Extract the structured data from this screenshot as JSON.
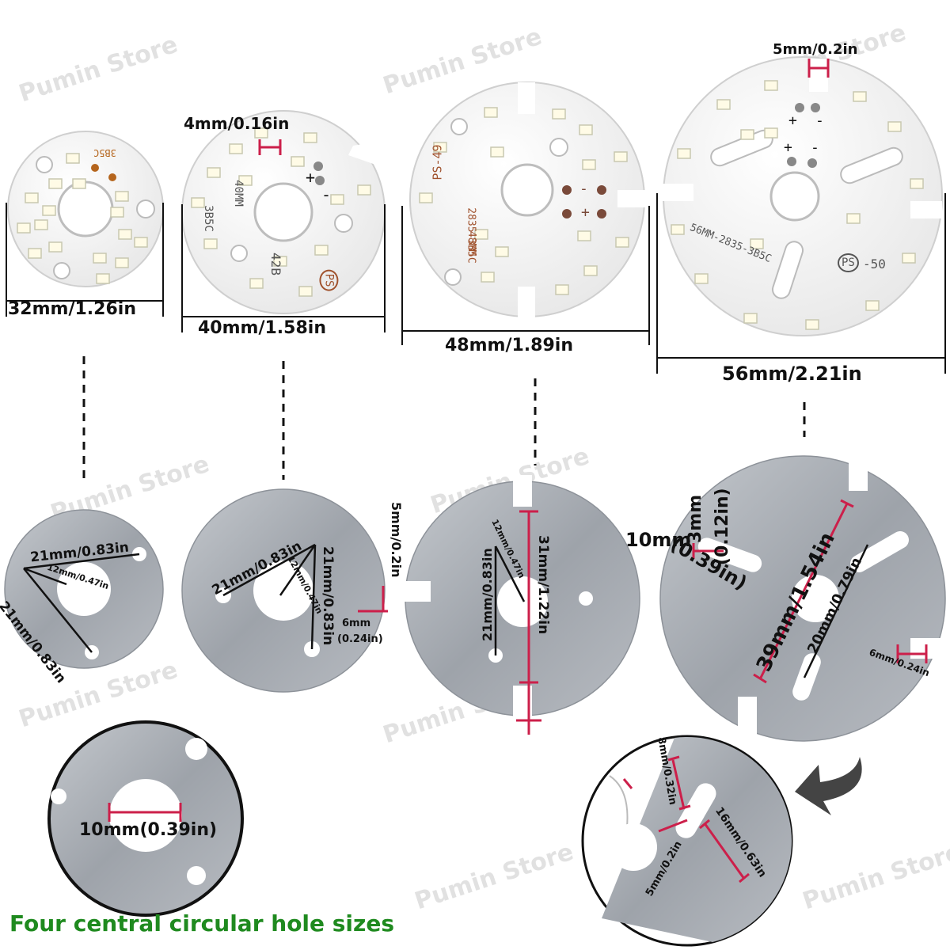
{
  "watermark": "Pumin Store",
  "boards": [
    {
      "diameter_label": "32mm/1.26in",
      "marking": "3B5C"
    },
    {
      "diameter_label": "40mm/1.58in",
      "top_label": "4mm/0.16in",
      "marking_size": "40MM",
      "marking_code": "3B5C",
      "marking_model": "42B",
      "logo": "PS"
    },
    {
      "diameter_label": "48mm/1.89in",
      "marking_size": "48MM",
      "marking_code": "2835-3B5C",
      "marking_model": "PS-49"
    },
    {
      "diameter_label": "56mm/2.21in",
      "top_label": "5mm/0.2in",
      "marking_code": "56MM-2835-3B5C",
      "logo": "PS",
      "marking_model": "-50"
    }
  ],
  "plates": {
    "p1": {
      "a": "21mm/0.83in",
      "b": "12mm/0.47in",
      "c": "21mm/0.83in"
    },
    "p2": {
      "a": "21mm/0.83in",
      "b": "12mm/0.47in",
      "c": "21mm/0.83in"
    },
    "p3": {
      "notch": "5mm/0.2in",
      "slot_a": "6mm",
      "slot_b": "(0.24in)",
      "a": "12mm/0.47in",
      "b": "21mm/0.83in",
      "c": "31mm/1.22in"
    },
    "p4": {
      "a_top": "10mm",
      "a_bottom": "(0.39in)",
      "b_top": "3mm",
      "b_bottom": "(0.12in)",
      "c": "39mm/1.54in",
      "d": "20mm/0.79in",
      "e": "6mm/0.24in"
    }
  },
  "zoom_hole": "10mm(0.39in)",
  "zoom_slot": {
    "a": "8mm/0.32in",
    "b": "5mm/0.2in",
    "c": "16mm/0.63in"
  },
  "polarity": {
    "plus": "+",
    "minus": "-"
  },
  "footer": "Four central circular hole sizes",
  "colors": {
    "dimension_red": "#cc1f4a",
    "footer_green": "#1f8a1f",
    "pcb": "#f4f4f4",
    "aluminium": "#a9aeb5",
    "led": "#fffbe6"
  }
}
